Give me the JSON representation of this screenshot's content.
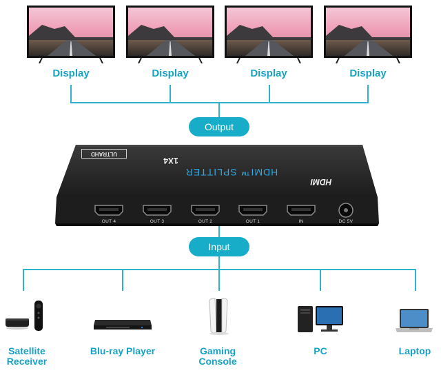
{
  "displays": [
    {
      "label": "Display"
    },
    {
      "label": "Display"
    },
    {
      "label": "Display"
    },
    {
      "label": "Display"
    }
  ],
  "output_label": "Output",
  "input_label": "Input",
  "splitter": {
    "badge": "ULTRAHD",
    "model": "1X4",
    "product": "HDMI™ SPLITTER",
    "brand": "HDMI",
    "ports": [
      {
        "label": "OUT 4"
      },
      {
        "label": "OUT 3"
      },
      {
        "label": "OUT 2"
      },
      {
        "label": "OUT 1"
      },
      {
        "label": "IN"
      },
      {
        "label": "DC 5V"
      }
    ]
  },
  "sources": [
    {
      "label": "Satellite Receiver",
      "line1": "Satellite",
      "line2": "Receiver",
      "icon": "satellite-receiver-icon"
    },
    {
      "label": "Blu-ray Player",
      "icon": "bluray-player-icon"
    },
    {
      "label": "Gaming Console",
      "line1": "Gaming",
      "line2": "Console",
      "icon": "gaming-console-icon"
    },
    {
      "label": "PC",
      "icon": "pc-icon"
    },
    {
      "label": "Laptop",
      "icon": "laptop-icon"
    }
  ],
  "colors": {
    "accent": "#17adc9",
    "label": "#17a2c4",
    "device_body": "#262626"
  }
}
